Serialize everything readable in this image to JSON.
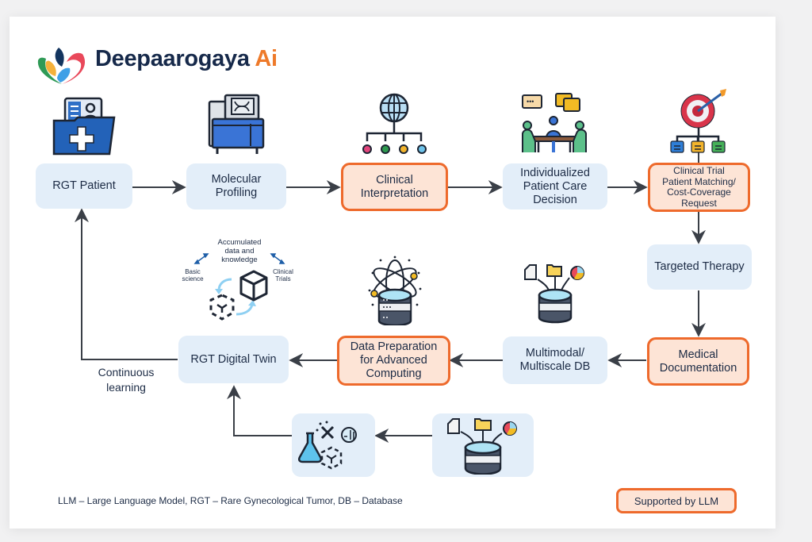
{
  "brand": {
    "name": "Deepaarogaya",
    "suffix": "Ai"
  },
  "nodes": {
    "rgt_patient": "RGT Patient",
    "molecular_profiling": [
      "Molecular",
      "Profiling"
    ],
    "clinical_interpretation": [
      "Clinical",
      "Interpretation"
    ],
    "individualized_care": [
      "Individualized",
      "Patient Care",
      "Decision"
    ],
    "clinical_trial": [
      "Clinical Trial",
      "Patient Matching/",
      "Cost-Coverage",
      "Request"
    ],
    "targeted_therapy": "Targeted Therapy",
    "medical_documentation": [
      "Medical",
      "Documentation"
    ],
    "multimodal_db": [
      "Multimodal/",
      "Multiscale DB"
    ],
    "data_preparation": [
      "Data Preparation",
      "for Advanced",
      "Computing"
    ],
    "rgt_digital_twin": "RGT Digital Twin"
  },
  "loop_label": [
    "Continuous",
    "learning"
  ],
  "twin_cycle": {
    "center": [
      "Accumulated",
      "data and",
      "knowledge"
    ],
    "left": [
      "Basic",
      "science"
    ],
    "right": [
      "Clinical",
      "Trials"
    ]
  },
  "llm_supported_nodes": [
    "Clinical Interpretation",
    "Clinical Trial Patient Matching/Cost-Coverage Request",
    "Medical Documentation",
    "Data Preparation for Advanced Computing"
  ],
  "footnote": "LLM – Large Language Model, RGT – Rare Gynecological Tumor, DB – Database",
  "legend": {
    "label": "Supported by LLM",
    "color": "#ee6a2c"
  },
  "colors": {
    "standard_box": "#e3eef9",
    "llm_box": "#fde4d6",
    "llm_border": "#ee6a2c",
    "arrow": "#3a3f47",
    "text": "#1c2b45"
  }
}
